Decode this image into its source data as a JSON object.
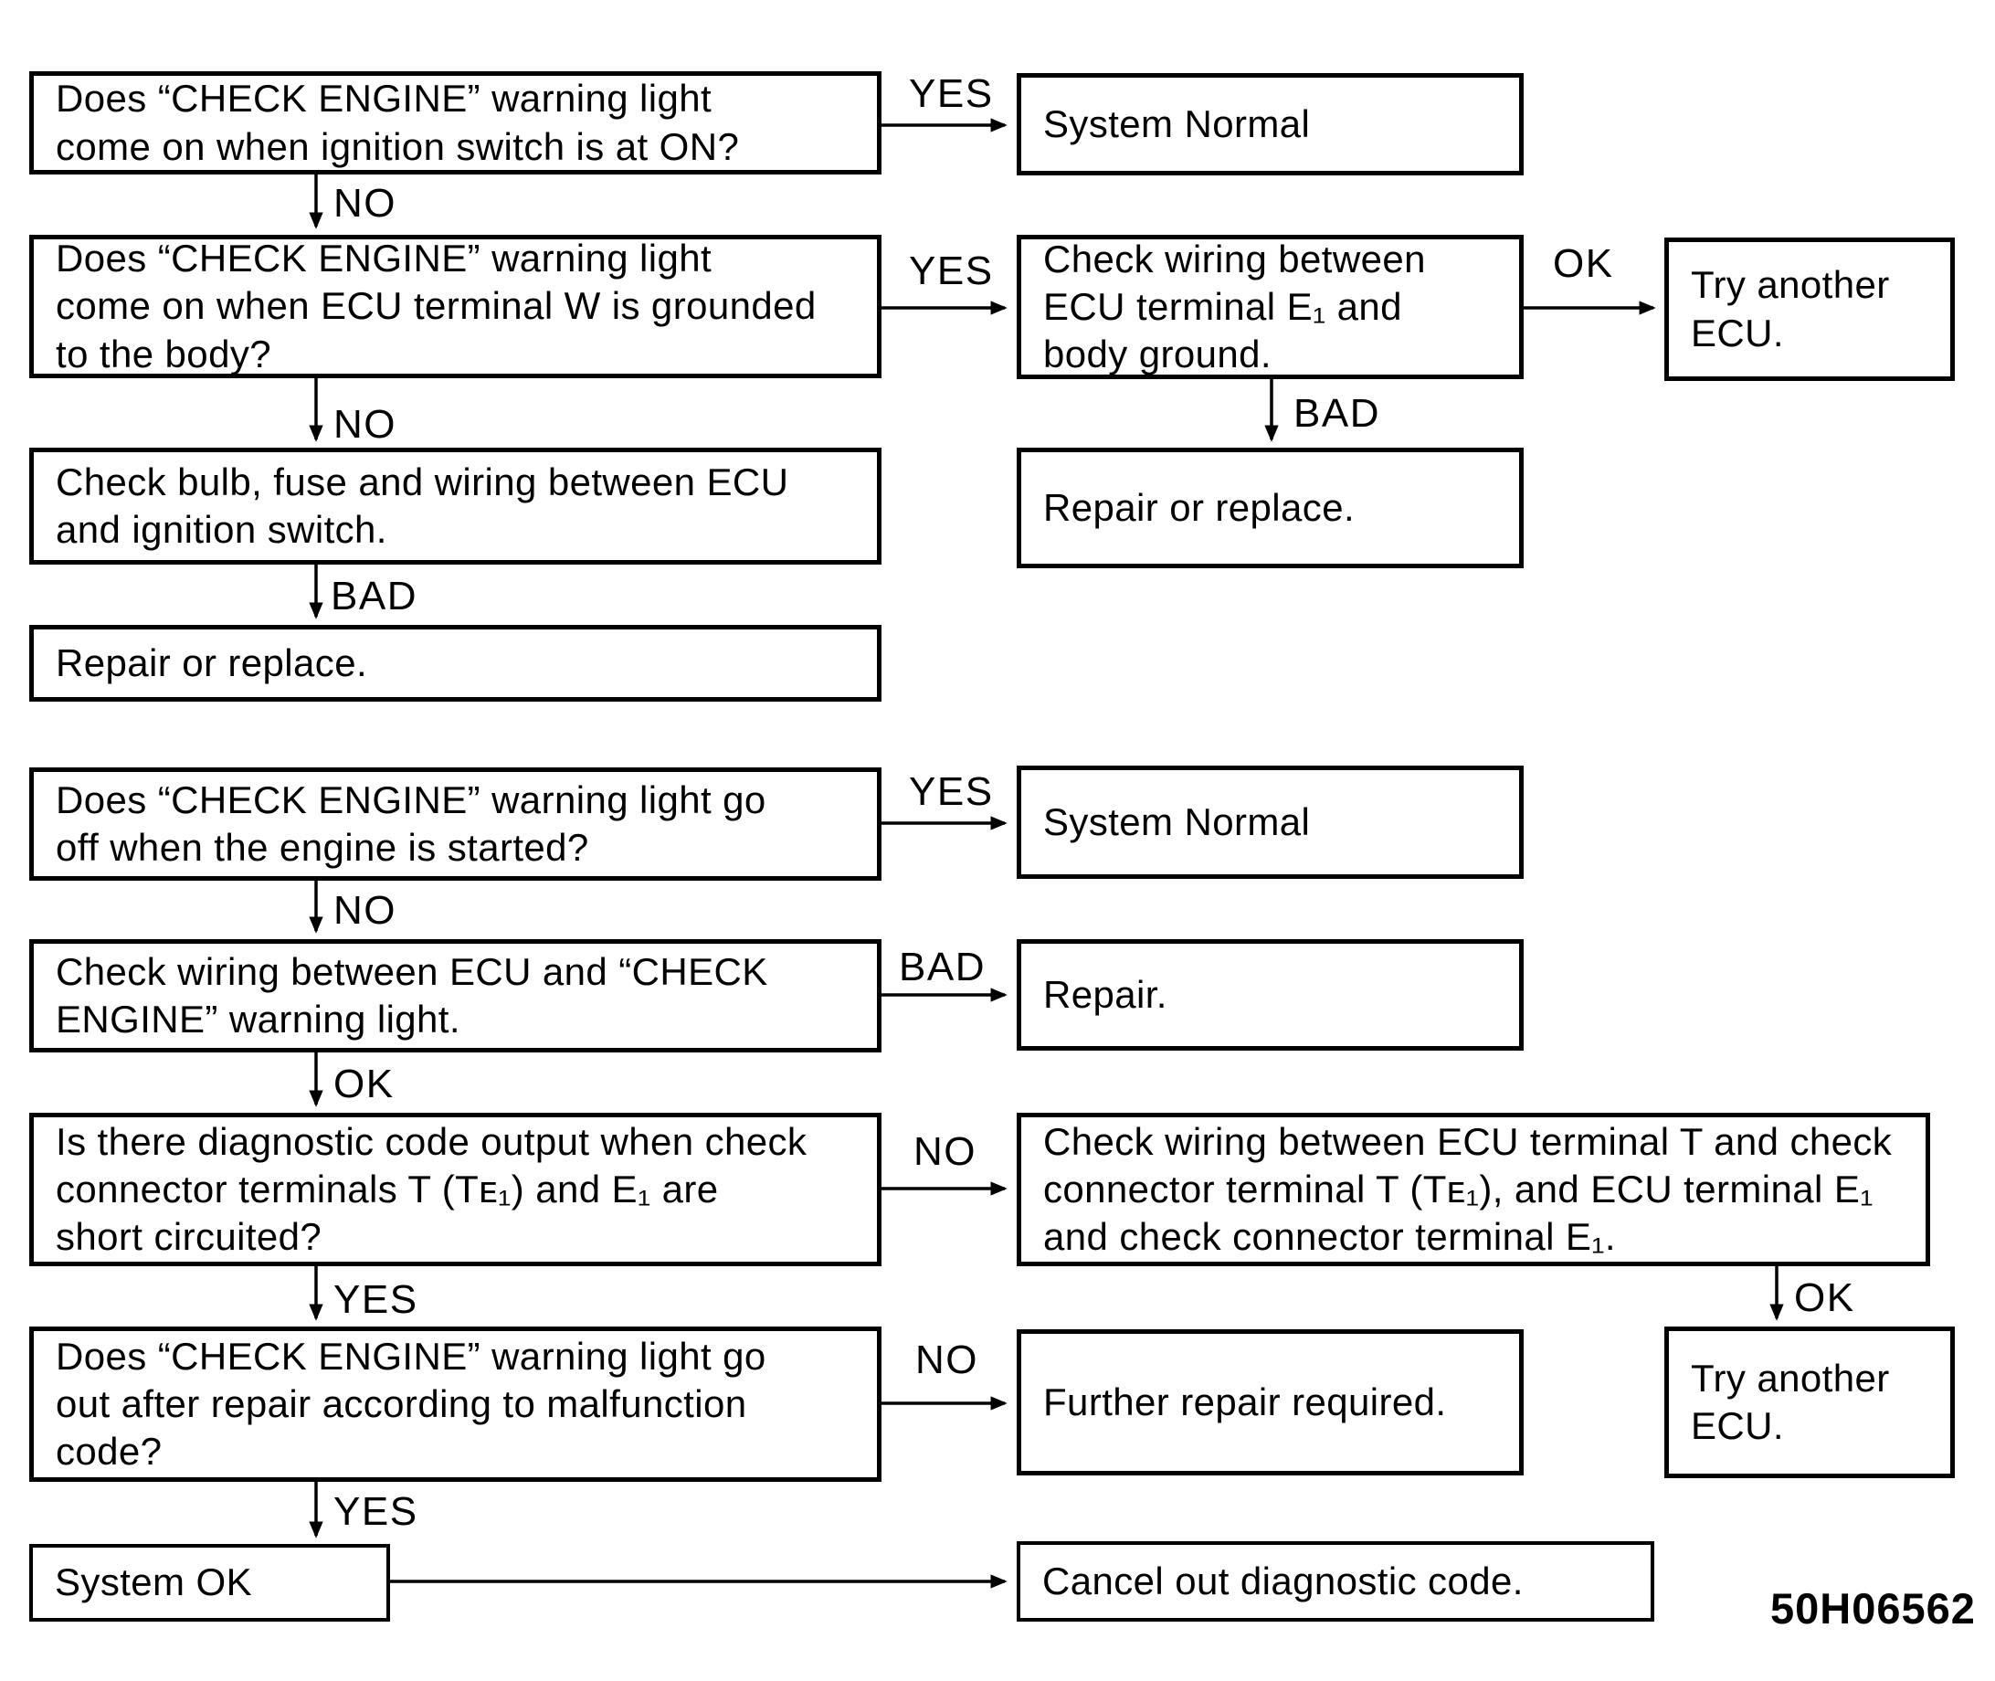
{
  "figure_id": "50H06562",
  "colors": {
    "ink": "#000000",
    "paper": "#ffffff"
  },
  "nodes": {
    "q_light_on": {
      "text": "Does “CHECK ENGINE” warning light\ncome on when ignition switch is at ON?"
    },
    "system_normal_1": {
      "text": "System Normal"
    },
    "q_terminal_w": {
      "text": "Does “CHECK ENGINE” warning light\ncome on when ECU terminal W is grounded\nto the body?"
    },
    "check_wiring_e1": {
      "text": "Check wiring between\nECU terminal E₁ and\nbody ground."
    },
    "try_another_ecu_1": {
      "text": "Try another\nECU."
    },
    "check_bulb_fuse": {
      "text": "Check bulb, fuse and wiring between ECU\nand ignition switch."
    },
    "repair_or_replace_1": {
      "text": "Repair or replace."
    },
    "repair_or_replace_2": {
      "text": "Repair or replace."
    },
    "q_light_off_started": {
      "text": "Does “CHECK ENGINE” warning light go\noff when the engine is started?"
    },
    "system_normal_2": {
      "text": "System Normal"
    },
    "check_wiring_light": {
      "text": "Check wiring between ECU and “CHECK\nENGINE” warning light."
    },
    "repair": {
      "text": "Repair."
    },
    "q_diag_code": {
      "text": "Is there diagnostic code output when check\nconnector terminals T (Tᴇ₁) and E₁ are\nshort circuited?"
    },
    "check_wiring_t": {
      "text": "Check wiring between ECU terminal T and check\nconnector terminal T (Tᴇ₁), and ECU terminal E₁\nand check connector terminal E₁."
    },
    "q_light_out_repair": {
      "text": "Does “CHECK ENGINE” warning light go\nout after repair according to malfunction\ncode?"
    },
    "further_repair": {
      "text": "Further repair required."
    },
    "try_another_ecu_2": {
      "text": "Try another\nECU."
    },
    "system_ok": {
      "text": "System OK"
    },
    "cancel_code": {
      "text": "Cancel out diagnostic code."
    }
  },
  "edges": {
    "a_yes": "YES",
    "a_no": "NO",
    "c_yes": "YES",
    "d_ok": "OK",
    "d_bad": "BAD",
    "c_no": "NO",
    "f_bad": "BAD",
    "i_yes": "YES",
    "i_no": "NO",
    "k_bad": "BAD",
    "k_ok": "OK",
    "m_no": "NO",
    "m_yes": "YES",
    "n_ok": "OK",
    "o_no": "NO",
    "o_yes": "YES"
  }
}
